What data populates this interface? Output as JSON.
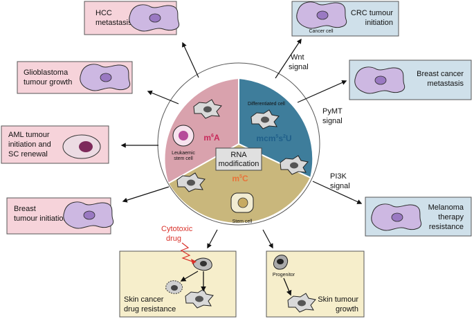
{
  "center": {
    "label_line1": "RNA",
    "label_line2": "modification",
    "m6a": {
      "base": "m",
      "sup": "6",
      "rest": "A"
    },
    "mcm": {
      "base": "mcm",
      "sup1": "5",
      "mid": "s",
      "sup2": "2",
      "rest": "U"
    },
    "m5c": {
      "base": "m",
      "sup": "5",
      "rest": "C"
    },
    "leukaemic_line1": "Leukaemic",
    "leukaemic_line2": "stem cell",
    "differentiated": "Differentiated cell",
    "stem_cell": "Stem cell"
  },
  "colors": {
    "m6a_sector": "#d9a2ad",
    "mcm_sector": "#3e7d9b",
    "m5c_sector": "#c9b77c",
    "pink_box": "#f6d3da",
    "blue_box": "#cfe0ea",
    "yellow_box": "#f6eecb",
    "m6a_text": "#c8285a",
    "mcm_text": "#1f5f8a",
    "m5c_text": "#e8733a",
    "cytotoxic_red": "#d9312a"
  },
  "boxes": {
    "hcc": {
      "line1": "HCC",
      "line2": "metastasis"
    },
    "glio": {
      "line1": "Glioblastoma",
      "line2": "tumour growth"
    },
    "aml": {
      "line1": "AML tumour",
      "line2": "initiation and",
      "line3": "SC renewal"
    },
    "breast_init": {
      "line1": "Breast",
      "line2": "tumour initiation"
    },
    "crc": {
      "line1": "CRC tumour",
      "line2": "initiation",
      "sub": "Cancer cell"
    },
    "breast_meta": {
      "line1": "Breast cancer",
      "line2": "metastasis"
    },
    "melanoma": {
      "line1": "Melanoma",
      "line2": "therapy",
      "line3": "resistance"
    },
    "skin_cancer": {
      "line1": "Skin cancer",
      "line2": "drug resistance"
    },
    "skin_growth": {
      "line1": "Skin tumour",
      "line2": "growth",
      "sub": "Progenitor"
    }
  },
  "signals": {
    "wnt": {
      "line1": "Wnt",
      "line2": "signal"
    },
    "pymt": {
      "line1": "PyMT",
      "line2": "signal"
    },
    "pi3k": {
      "line1": "PI3K",
      "line2": "signal"
    },
    "cytotoxic": {
      "line1": "Cytotoxic",
      "line2": "drug"
    }
  }
}
